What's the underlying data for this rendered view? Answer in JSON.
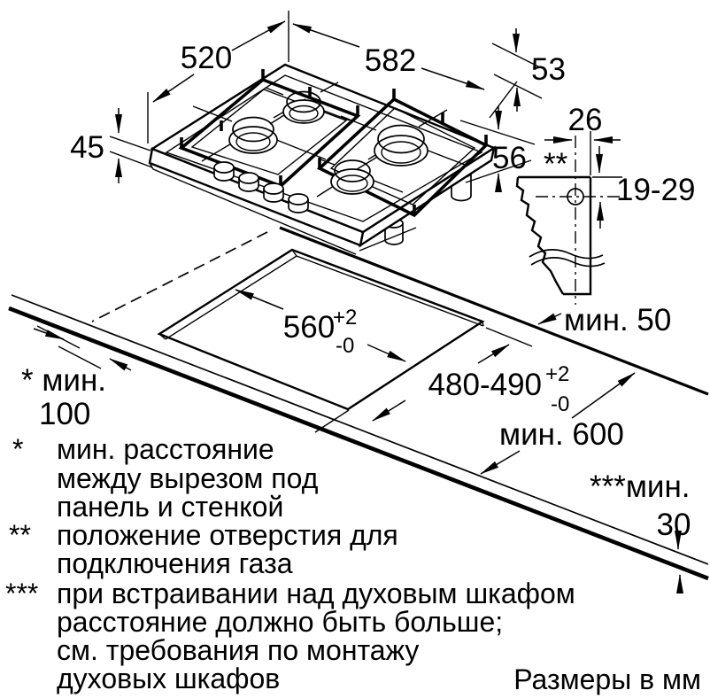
{
  "colors": {
    "line": "#000000",
    "burner_fill": "#c9c9c9",
    "background": "#ffffff"
  },
  "hob": {
    "depth_label": "520",
    "width_label": "582",
    "height_label": "53",
    "built_in_depth_label": "45",
    "below_worktop_label": "56"
  },
  "gas_connection": {
    "marker": "**",
    "offset_from_edge": "26",
    "hole_height_range": "19-29"
  },
  "cutout": {
    "width": "560",
    "width_tol_plus": "+2",
    "width_tol_minus": "-0",
    "depth": "480-490",
    "depth_tol_plus": "+2",
    "depth_tol_minus": "-0"
  },
  "clearances": {
    "rear_min": "мин. 50",
    "side_min_prefix": "* мин.",
    "side_min_value": "100",
    "worktop_depth_min": "мин. 600",
    "thickness_min_prefix": "***мин.",
    "thickness_min_value": "30"
  },
  "footnotes": [
    {
      "marker": "*",
      "lines": [
        "мин. расстояние",
        "между вырезом под",
        "панель и стенкой"
      ]
    },
    {
      "marker": "**",
      "lines": [
        "положение отверстия для",
        "подключения газа"
      ]
    },
    {
      "marker": "***",
      "lines": [
        "при встраивании над духовым шкафом",
        "расстояние должно быть больше;",
        "см. требования по монтажу",
        "духовых шкафов"
      ]
    }
  ],
  "footer": {
    "units_note": "Размеры в мм"
  }
}
